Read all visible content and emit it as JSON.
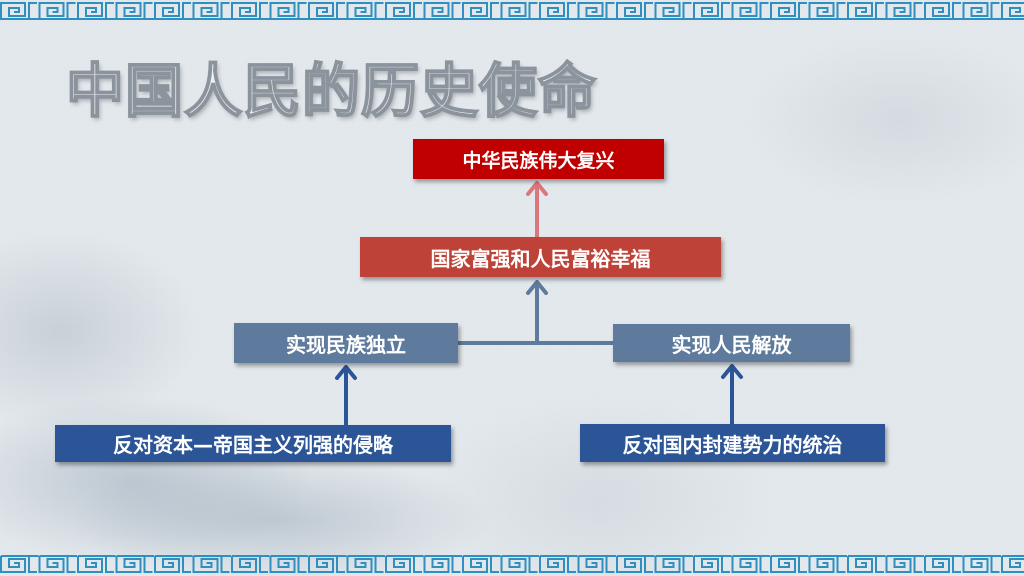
{
  "slide": {
    "title": "中国人民的历史使命",
    "border_color": "#2e8fc0",
    "background_color": "#e1e7eb"
  },
  "diagram": {
    "nodes": [
      {
        "id": "rejuvenation",
        "label": "中华民族伟大复兴",
        "color": "#c00000"
      },
      {
        "id": "prosperity",
        "label": "国家富强和人民富裕幸福",
        "color": "#bf4238"
      },
      {
        "id": "national-independence",
        "label": "实现民族独立",
        "color": "#5e7a9c"
      },
      {
        "id": "people-liberation",
        "label": "实现人民解放",
        "color": "#5e7a9c"
      },
      {
        "id": "anti-imperialism",
        "label": "反对资本—帝国主义列强的侵略",
        "color": "#2b5596"
      },
      {
        "id": "anti-feudalism",
        "label": "反对国内封建势力的统治",
        "color": "#2b5596"
      }
    ],
    "edges": [
      {
        "from": "anti-imperialism",
        "to": "national-independence"
      },
      {
        "from": "anti-feudalism",
        "to": "people-liberation"
      },
      {
        "from": "national-independence",
        "to": "prosperity"
      },
      {
        "from": "people-liberation",
        "to": "prosperity"
      },
      {
        "from": "prosperity",
        "to": "rejuvenation"
      }
    ]
  }
}
